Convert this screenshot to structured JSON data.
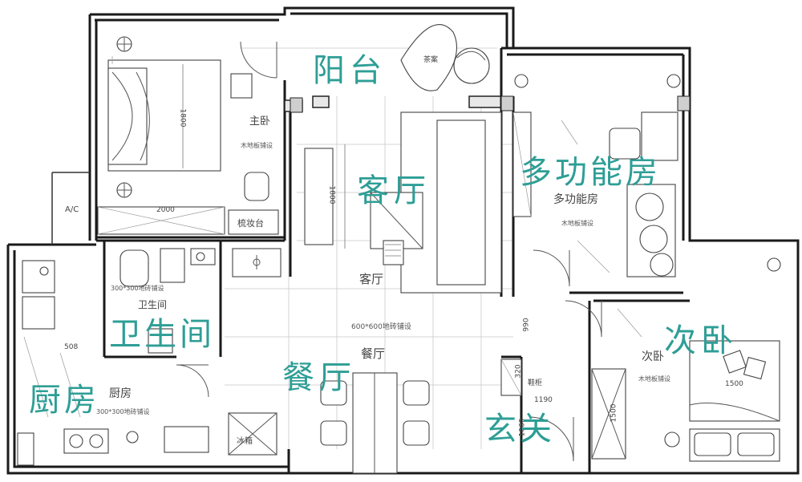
{
  "labels": {
    "balcony": "阳台",
    "living": "客厅",
    "multi": "多功能房",
    "bath": "卫生间",
    "dining": "餐厅",
    "second": "次卧",
    "kitchen": "厨房",
    "entrance": "玄关"
  },
  "printed": {
    "master": "主卧",
    "master_floor": "木地板铺设",
    "wardrobe_len": "2000",
    "vanity": "梳妆台",
    "bed_len": "1800",
    "ac": "A/C",
    "tea_table": "茶案",
    "living_dim": "1800",
    "living": "客厅",
    "floor_tile": "600*600地砖铺设",
    "dining": "餐厅",
    "multi": "多功能房",
    "multi_floor": "木地板铺设",
    "bath": "卫生间",
    "bath_floor": "300*300地砖铺设",
    "kitchen": "厨房",
    "kitchen_floor": "300*300地砖铺设",
    "dim_508": "508",
    "fridge": "冰箱",
    "second": "次卧",
    "second_floor": "木地板铺设",
    "bed2_len": "1500",
    "shoe": "鞋柜",
    "dim_990": "990",
    "dim_320": "320",
    "dim_1190": "1190",
    "dim_1060": "1060",
    "dim_1500": "1500"
  },
  "colors": {
    "handwriting": "#2e9e96",
    "wall": "#1a1a1a"
  }
}
